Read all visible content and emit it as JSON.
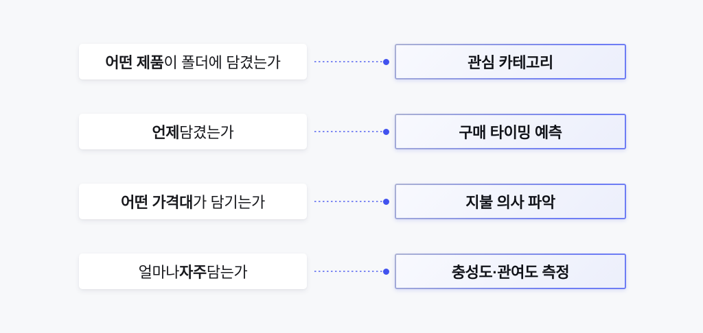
{
  "canvas": {
    "background": "#f7f8fa"
  },
  "colors": {
    "question_box_bg": "#ffffff",
    "answer_box_fill_start": "#f8f9fe",
    "answer_box_fill_end": "#eceffb",
    "answer_box_border_start": "#abb1d3",
    "answer_box_border_end": "#6d7cf4",
    "connector_dash": "#7b86f2",
    "connector_dot": "#4152ee",
    "text": "#17181c"
  },
  "rows": [
    {
      "question": {
        "pre": "",
        "strong": "어떤 제품",
        "post": "이 폴더에 담겼는가"
      },
      "answer": "관심 카테고리"
    },
    {
      "question": {
        "pre": "",
        "strong": "언제",
        "post": " 담겼는가"
      },
      "answer": "구매 타이밍 예측"
    },
    {
      "question": {
        "pre": "",
        "strong": "어떤 가격대",
        "post": "가 담기는가"
      },
      "answer": "지불 의사 파악"
    },
    {
      "question": {
        "pre": "얼마나 ",
        "strong": "자주",
        "post": " 담는가"
      },
      "answer": "충성도·관여도 측정"
    }
  ]
}
